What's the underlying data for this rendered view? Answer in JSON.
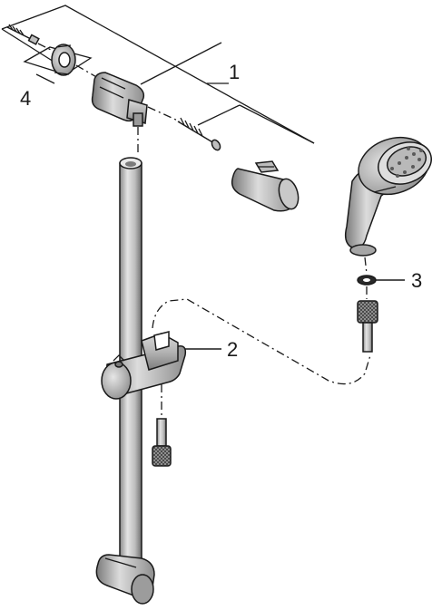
{
  "callouts": {
    "c1": "1",
    "c2": "2",
    "c3": "3",
    "c4": "4"
  },
  "colors": {
    "line": "#1a1a1a",
    "metal_light": "#d6d6d6",
    "metal_mid": "#a9a9a9",
    "metal_dark": "#6e6e6e",
    "background": "#ffffff"
  }
}
